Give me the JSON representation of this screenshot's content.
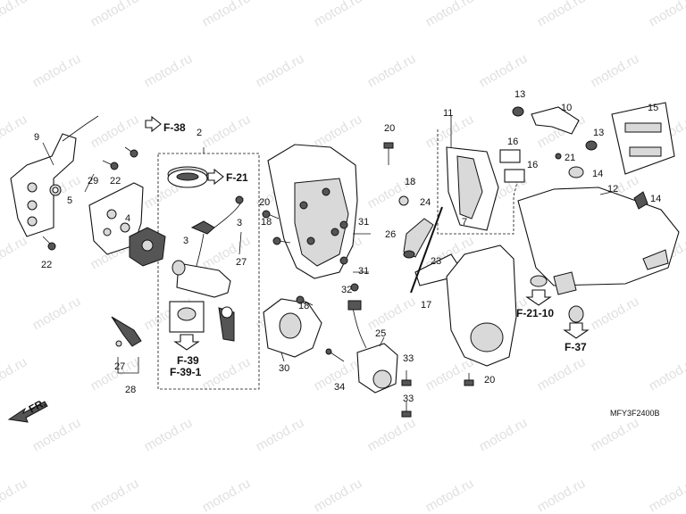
{
  "diagram": {
    "code": "MFY3F2400B",
    "watermark": "motod.ru",
    "front_label": "FR.",
    "refs": {
      "f38": "F-38",
      "f21": "F-21",
      "f39": "F-39",
      "f39_1": "F-39-1",
      "f21_10": "F-21-10",
      "f37": "F-37"
    },
    "callouts": [
      "9",
      "22",
      "5",
      "29",
      "22",
      "4",
      "2",
      "3",
      "3",
      "27",
      "27",
      "28",
      "30",
      "34",
      "25",
      "33",
      "33",
      "20",
      "18",
      "20",
      "18",
      "18",
      "24",
      "26",
      "31",
      "31",
      "32",
      "23",
      "17",
      "7",
      "20",
      "11",
      "16",
      "16",
      "13",
      "10",
      "13",
      "21",
      "14",
      "15",
      "12",
      "14"
    ]
  }
}
